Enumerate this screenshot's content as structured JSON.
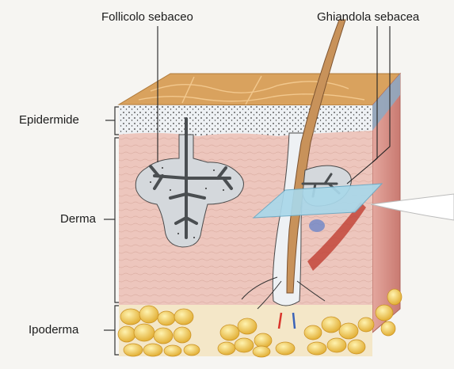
{
  "labels": {
    "follicolo_sebaceo": "Follicolo sebaceo",
    "ghiandola_sebacea": "Ghiandola sebacea",
    "epidermide": "Epidermide",
    "derma": "Derma",
    "ipoderma": "Ipoderma"
  },
  "colors": {
    "background": "#f6f5f2",
    "epidermis_top": "#d9a25e",
    "epidermis_cells": "#eef1f4",
    "dermis": "#edc6bd",
    "dermis_side": "#d8897f",
    "fat": "#f0c64a",
    "gland": "#d4d8dc",
    "gland_core": "#5a5e61",
    "slide": "#a9d8ea",
    "hair_shaft": "#c8925a"
  }
}
